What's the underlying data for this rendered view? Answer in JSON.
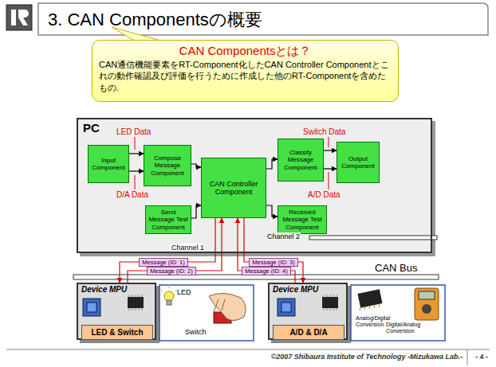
{
  "diagram": {
    "title": "3. CAN Componentsの概要",
    "nodes": [
      {
        "text": [
          "CAN Componentsとは？",
          "CAN通信機能要素をRT-Component化したCAN Controller Componentとこれの動作確認及び評価を行うために作成した他のRT-Componentを含めたもの."
        ]
      },
      {
        "text": [
          "PC"
        ]
      },
      {
        "text": [
          "Input Component"
        ],
        "in": 1
      },
      {
        "text": [
          "Compose Message Component"
        ],
        "in": 1
      },
      {
        "text": [
          "Send Message Test Component"
        ],
        "in": 1
      },
      {
        "text": [
          "CAN Controller Component"
        ],
        "in": 1
      },
      {
        "text": [
          "Classify Message Component"
        ],
        "in": 1
      },
      {
        "text": [
          "Received Message Test Component"
        ],
        "in": 1
      },
      {
        "text": [
          "Output Component"
        ],
        "in": 1
      },
      {
        "text": [
          "Device MPU"
        ]
      },
      {
        "text": [
          "LED & Switch"
        ],
        "in": 9
      },
      {
        "text": [
          "Device MPU"
        ]
      },
      {
        "text": [
          "A/D & D/A"
        ],
        "in": 11
      }
    ],
    "edges": [
      {
        "from": 2,
        "to": 3,
        "arrow": "to"
      },
      {
        "from": 2,
        "to": 3,
        "arrow": "to"
      },
      {
        "from": 3,
        "to": 5,
        "arrow": "to"
      },
      {
        "from": 4,
        "to": 5,
        "arrow": "to"
      },
      {
        "from": 5,
        "to": 6,
        "arrow": "to"
      },
      {
        "from": 5,
        "to": 7,
        "arrow": "to"
      },
      {
        "from": 6,
        "to": 8,
        "arrow": "to"
      },
      {
        "from": 6,
        "to": 8,
        "arrow": "to"
      },
      {
        "from": 5,
        "to": 9,
        "label": "Message (ID: 1)",
        "arrow": "to"
      },
      {
        "from": 9,
        "to": 5,
        "label": "Message (ID: 2)",
        "arrow": "to"
      },
      {
        "from": 5,
        "to": 11,
        "label": "Message (ID: 3)",
        "arrow": "to"
      },
      {
        "from": 11,
        "to": 5,
        "label": "Message (ID: 4)",
        "arrow": "to"
      }
    ],
    "labels": [
      "LED Data",
      "D/A Data",
      "Switch Data",
      "A/D Data",
      "Channel 2",
      "Channel 1",
      "CAN Bus",
      "LED",
      "Switch",
      "Analog/Digital Conversion",
      "Digital/Analog Conversion",
      "©2007 Shibaura Institute of Technology -Mizukawa Lab.-",
      "- 4 -"
    ]
  }
}
